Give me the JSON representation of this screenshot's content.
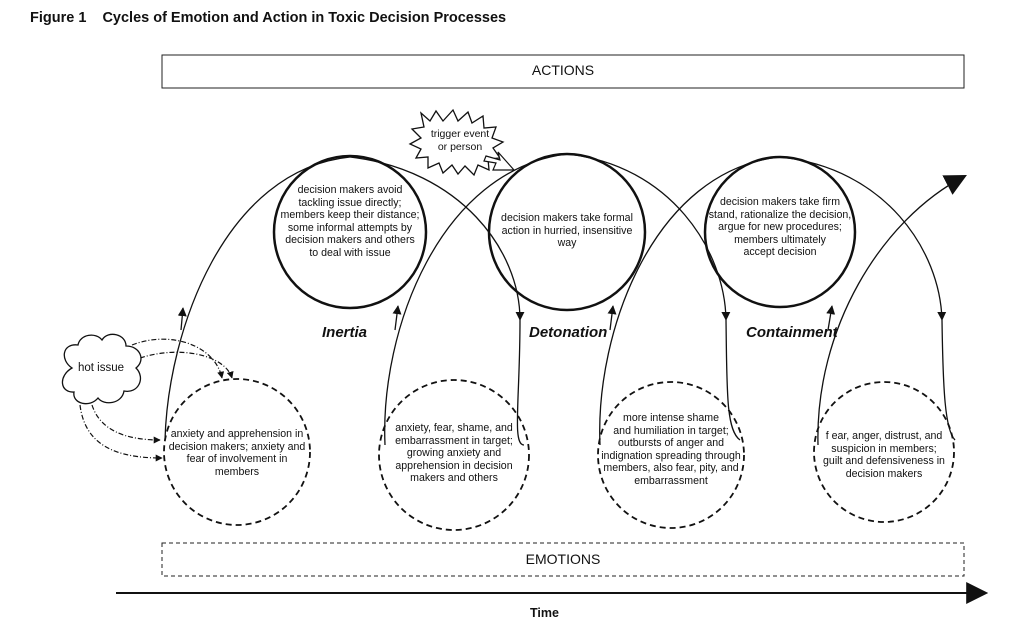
{
  "figure": {
    "number": "Figure 1",
    "title": "Cycles of Emotion and Action in Toxic Decision Processes"
  },
  "bands": {
    "actions": "ACTIONS",
    "emotions": "EMOTIONS"
  },
  "time_label": "Time",
  "trigger": {
    "line1": "trigger event",
    "line2": "or person"
  },
  "hot_issue": "hot issue",
  "phases": {
    "inertia": "Inertia",
    "detonation": "Detonation",
    "containment": "Containment"
  },
  "actions": [
    {
      "lines": [
        "decision makers avoid",
        "tackling issue directly;",
        "members keep their distance;",
        "some informal attempts by",
        "decision makers and others",
        "to deal with issue"
      ]
    },
    {
      "lines": [
        "decision makers take formal",
        "action in hurried, insensitive",
        "way"
      ]
    },
    {
      "lines": [
        "decision makers take firm",
        "stand, rationalize the decision,",
        "argue for new procedures;",
        "members ultimately",
        "accept  decision"
      ]
    }
  ],
  "emotions": [
    {
      "lines": [
        "anxiety and apprehension in",
        "decision makers;  anxiety and",
        "fear of involvement  in",
        "members"
      ]
    },
    {
      "lines": [
        "anxiety, fear, shame, and",
        "embarrassment in target;",
        "growing anxiety and",
        "apprehension in decision",
        "makers and others"
      ]
    },
    {
      "lines": [
        "more intense shame",
        "and humiliation in target;",
        "outbursts of anger and",
        "indignation spreading through",
        "members, also fear, pity, and",
        "embarrassment"
      ]
    },
    {
      "lines": [
        "f ear, anger, distrust, and",
        "suspicion in members;",
        "guilt and defensiveness in",
        "decision makers"
      ]
    }
  ]
}
